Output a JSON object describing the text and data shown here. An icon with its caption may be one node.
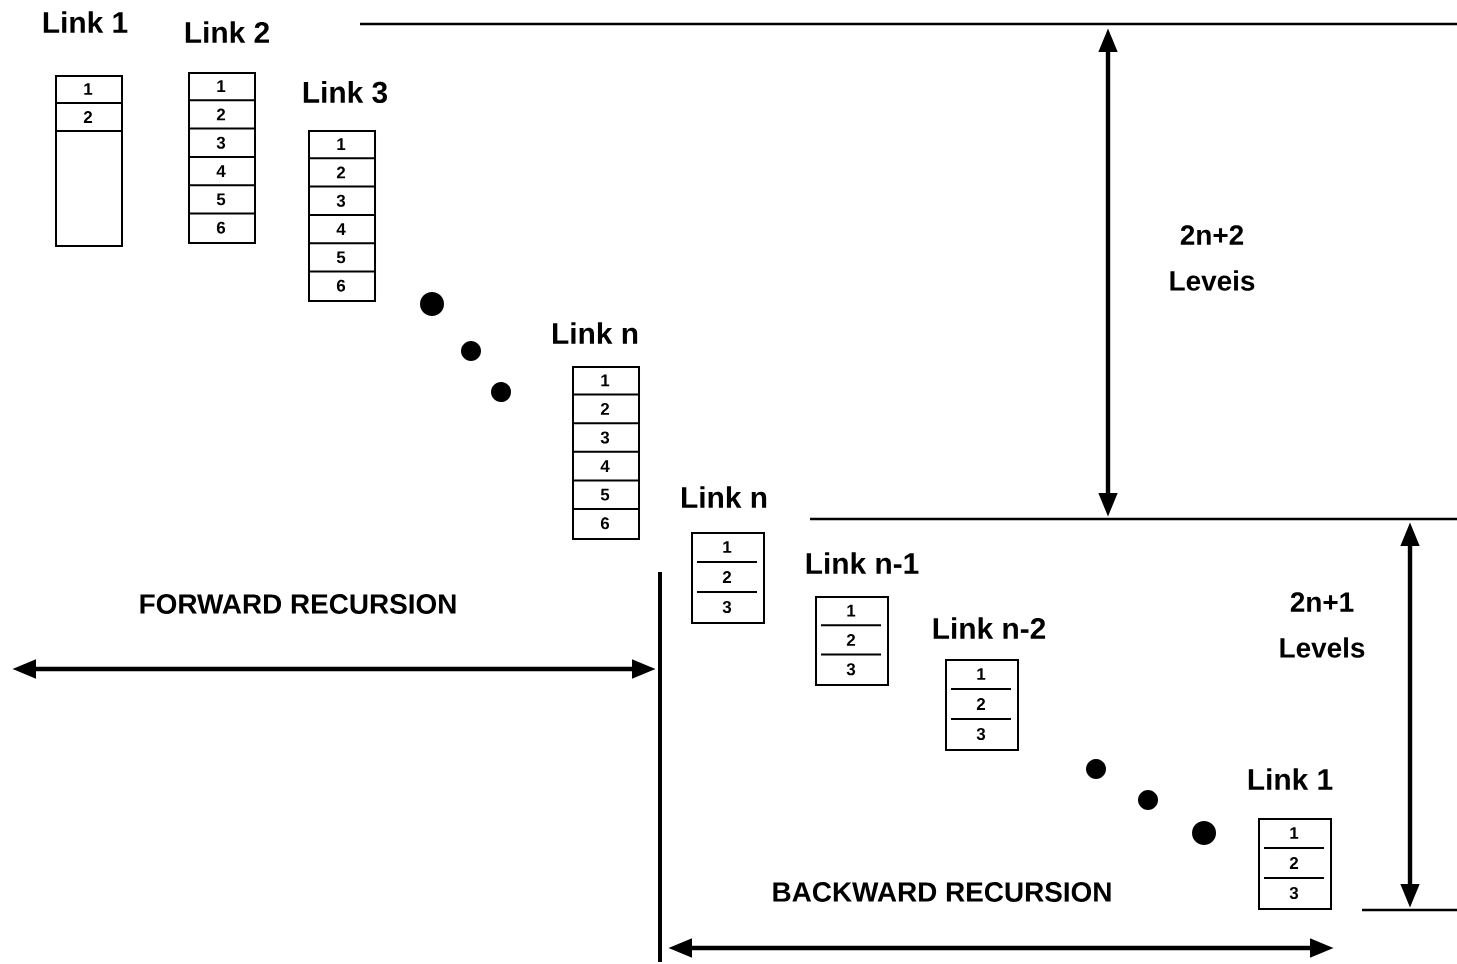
{
  "diagram": {
    "nodes": [
      {
        "text": [
          "Link 1",
          "1",
          "2"
        ]
      },
      {
        "text": [
          "Link 2",
          "1",
          "2",
          "3",
          "4",
          "5",
          "6"
        ]
      },
      {
        "text": [
          "Link 3",
          "1",
          "2",
          "3",
          "4",
          "5",
          "6"
        ]
      },
      {
        "text": [
          "Link n",
          "1",
          "2",
          "3",
          "4",
          "5",
          "6"
        ]
      },
      {
        "text": [
          "Link n",
          "1",
          "2",
          "3"
        ]
      },
      {
        "text": [
          "Link n-1",
          "1",
          "2",
          "3"
        ]
      },
      {
        "text": [
          "Link n-2",
          "1",
          "2",
          "3"
        ]
      },
      {
        "text": [
          "Link 1",
          "1",
          "2",
          "3"
        ]
      }
    ],
    "labels": [
      "2n+2 Leveis",
      "FORWARD RECURSION",
      "2n+1 Levels",
      "BACKWARD RECURSION"
    ]
  }
}
